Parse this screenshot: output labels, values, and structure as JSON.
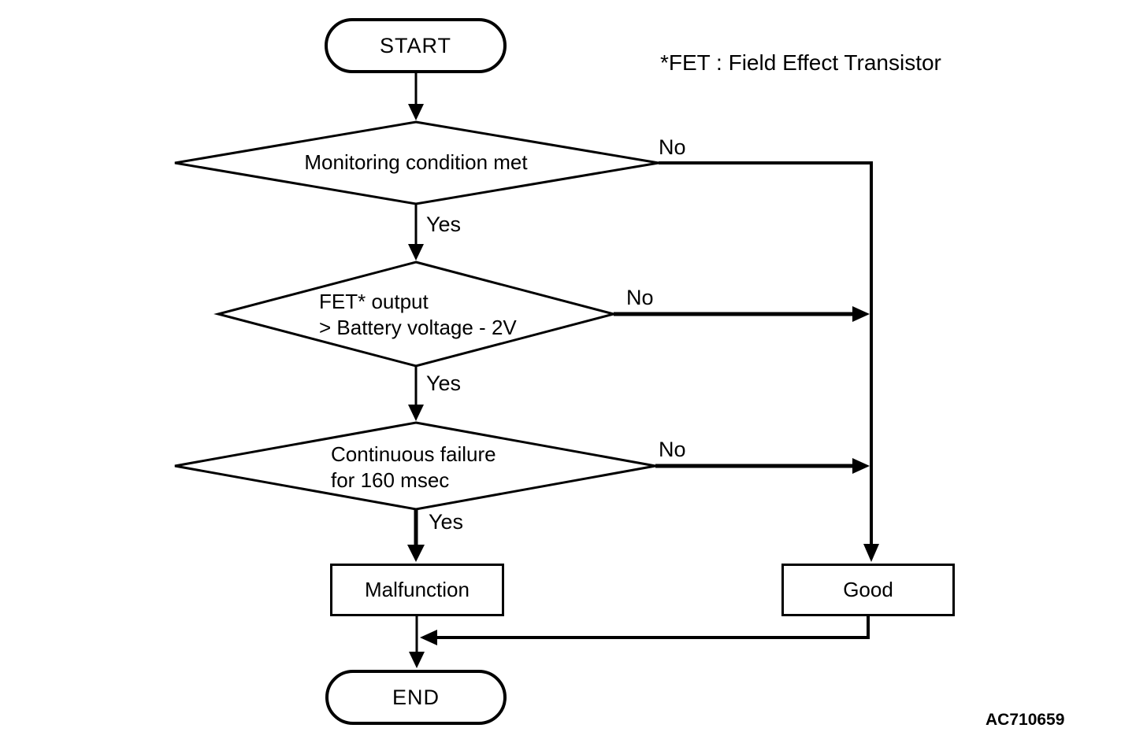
{
  "figure": {
    "note": "*FET : Field Effect Transistor",
    "code": "AC710659"
  },
  "nodes": {
    "start": {
      "label": "START"
    },
    "decision1": {
      "label": "Monitoring condition met"
    },
    "decision2": {
      "line1": "FET* output",
      "line2": "> Battery voltage - 2V"
    },
    "decision3": {
      "line1": "Continuous failure",
      "line2": "for 160 msec"
    },
    "malfunction": {
      "label": "Malfunction"
    },
    "good": {
      "label": "Good"
    },
    "end": {
      "label": "END"
    }
  },
  "edges": {
    "decision1_no": "No",
    "decision1_yes": "Yes",
    "decision2_no": "No",
    "decision2_yes": "Yes",
    "decision3_no": "No",
    "decision3_yes": "Yes"
  },
  "colors": {
    "line": "#000000",
    "background": "#ffffff"
  }
}
